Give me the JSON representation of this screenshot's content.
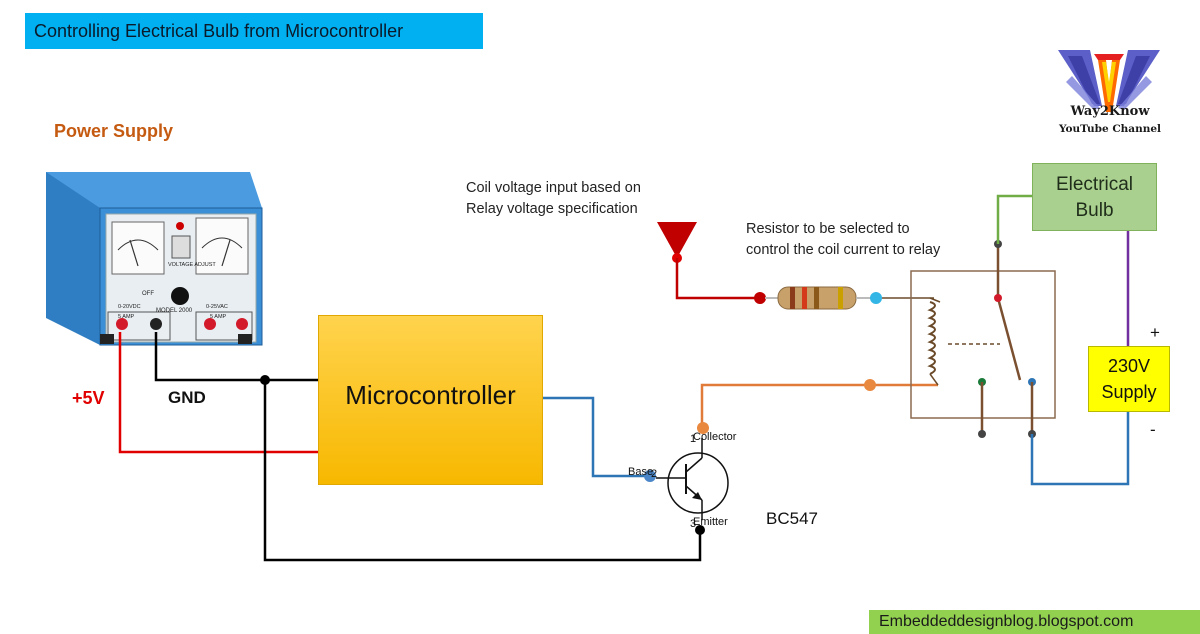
{
  "header": {
    "title": "Controlling Electrical Bulb from Microcontroller"
  },
  "logo": {
    "name": "Way2Know",
    "subtitle": "YouTube Channel",
    "icon": "w-logo-icon"
  },
  "power_supply": {
    "title": "Power Supply",
    "dc_range": "0-20VDC",
    "ac_range": "0-25VAC",
    "dc_amp": "5 AMP",
    "ac_amp": "5 AMP",
    "model": "MODEL 2000",
    "knob": "VOLTAGE ADJUST",
    "off": "OFF",
    "positive_label": "+5V",
    "ground_label": "GND"
  },
  "microcontroller": {
    "label": "Microcontroller"
  },
  "notes": {
    "coil_line1": "Coil voltage input based on",
    "coil_line2": "Relay voltage specification",
    "resistor_line1": "Resistor to be selected to",
    "resistor_line2": "control the coil current to relay"
  },
  "transistor": {
    "part": "BC547",
    "pin1": "1",
    "pin2": "2",
    "pin3": "3",
    "collector": "Collector",
    "base": "Base",
    "emitter": "Emitter"
  },
  "bulb": {
    "line1": "Electrical",
    "line2": "Bulb"
  },
  "supply": {
    "line1": "230V",
    "line2": "Supply",
    "plus": "+",
    "minus": "-"
  },
  "footer": {
    "url": "Embeddeddesignblog.blogspot.com"
  },
  "colors": {
    "banner": "#00b0f0",
    "positive_wire": "#e00000",
    "ground_wire": "#000000",
    "signal_wire": "#2e75b6",
    "collector_wire": "#e07b39",
    "bulb_wire": "#70ad47",
    "supply_wire": "#7030a0",
    "mcu_fill": "#ffc000",
    "bulb_fill": "#a9d08e",
    "supply_fill": "#ffff00",
    "footer_fill": "#92d050"
  }
}
